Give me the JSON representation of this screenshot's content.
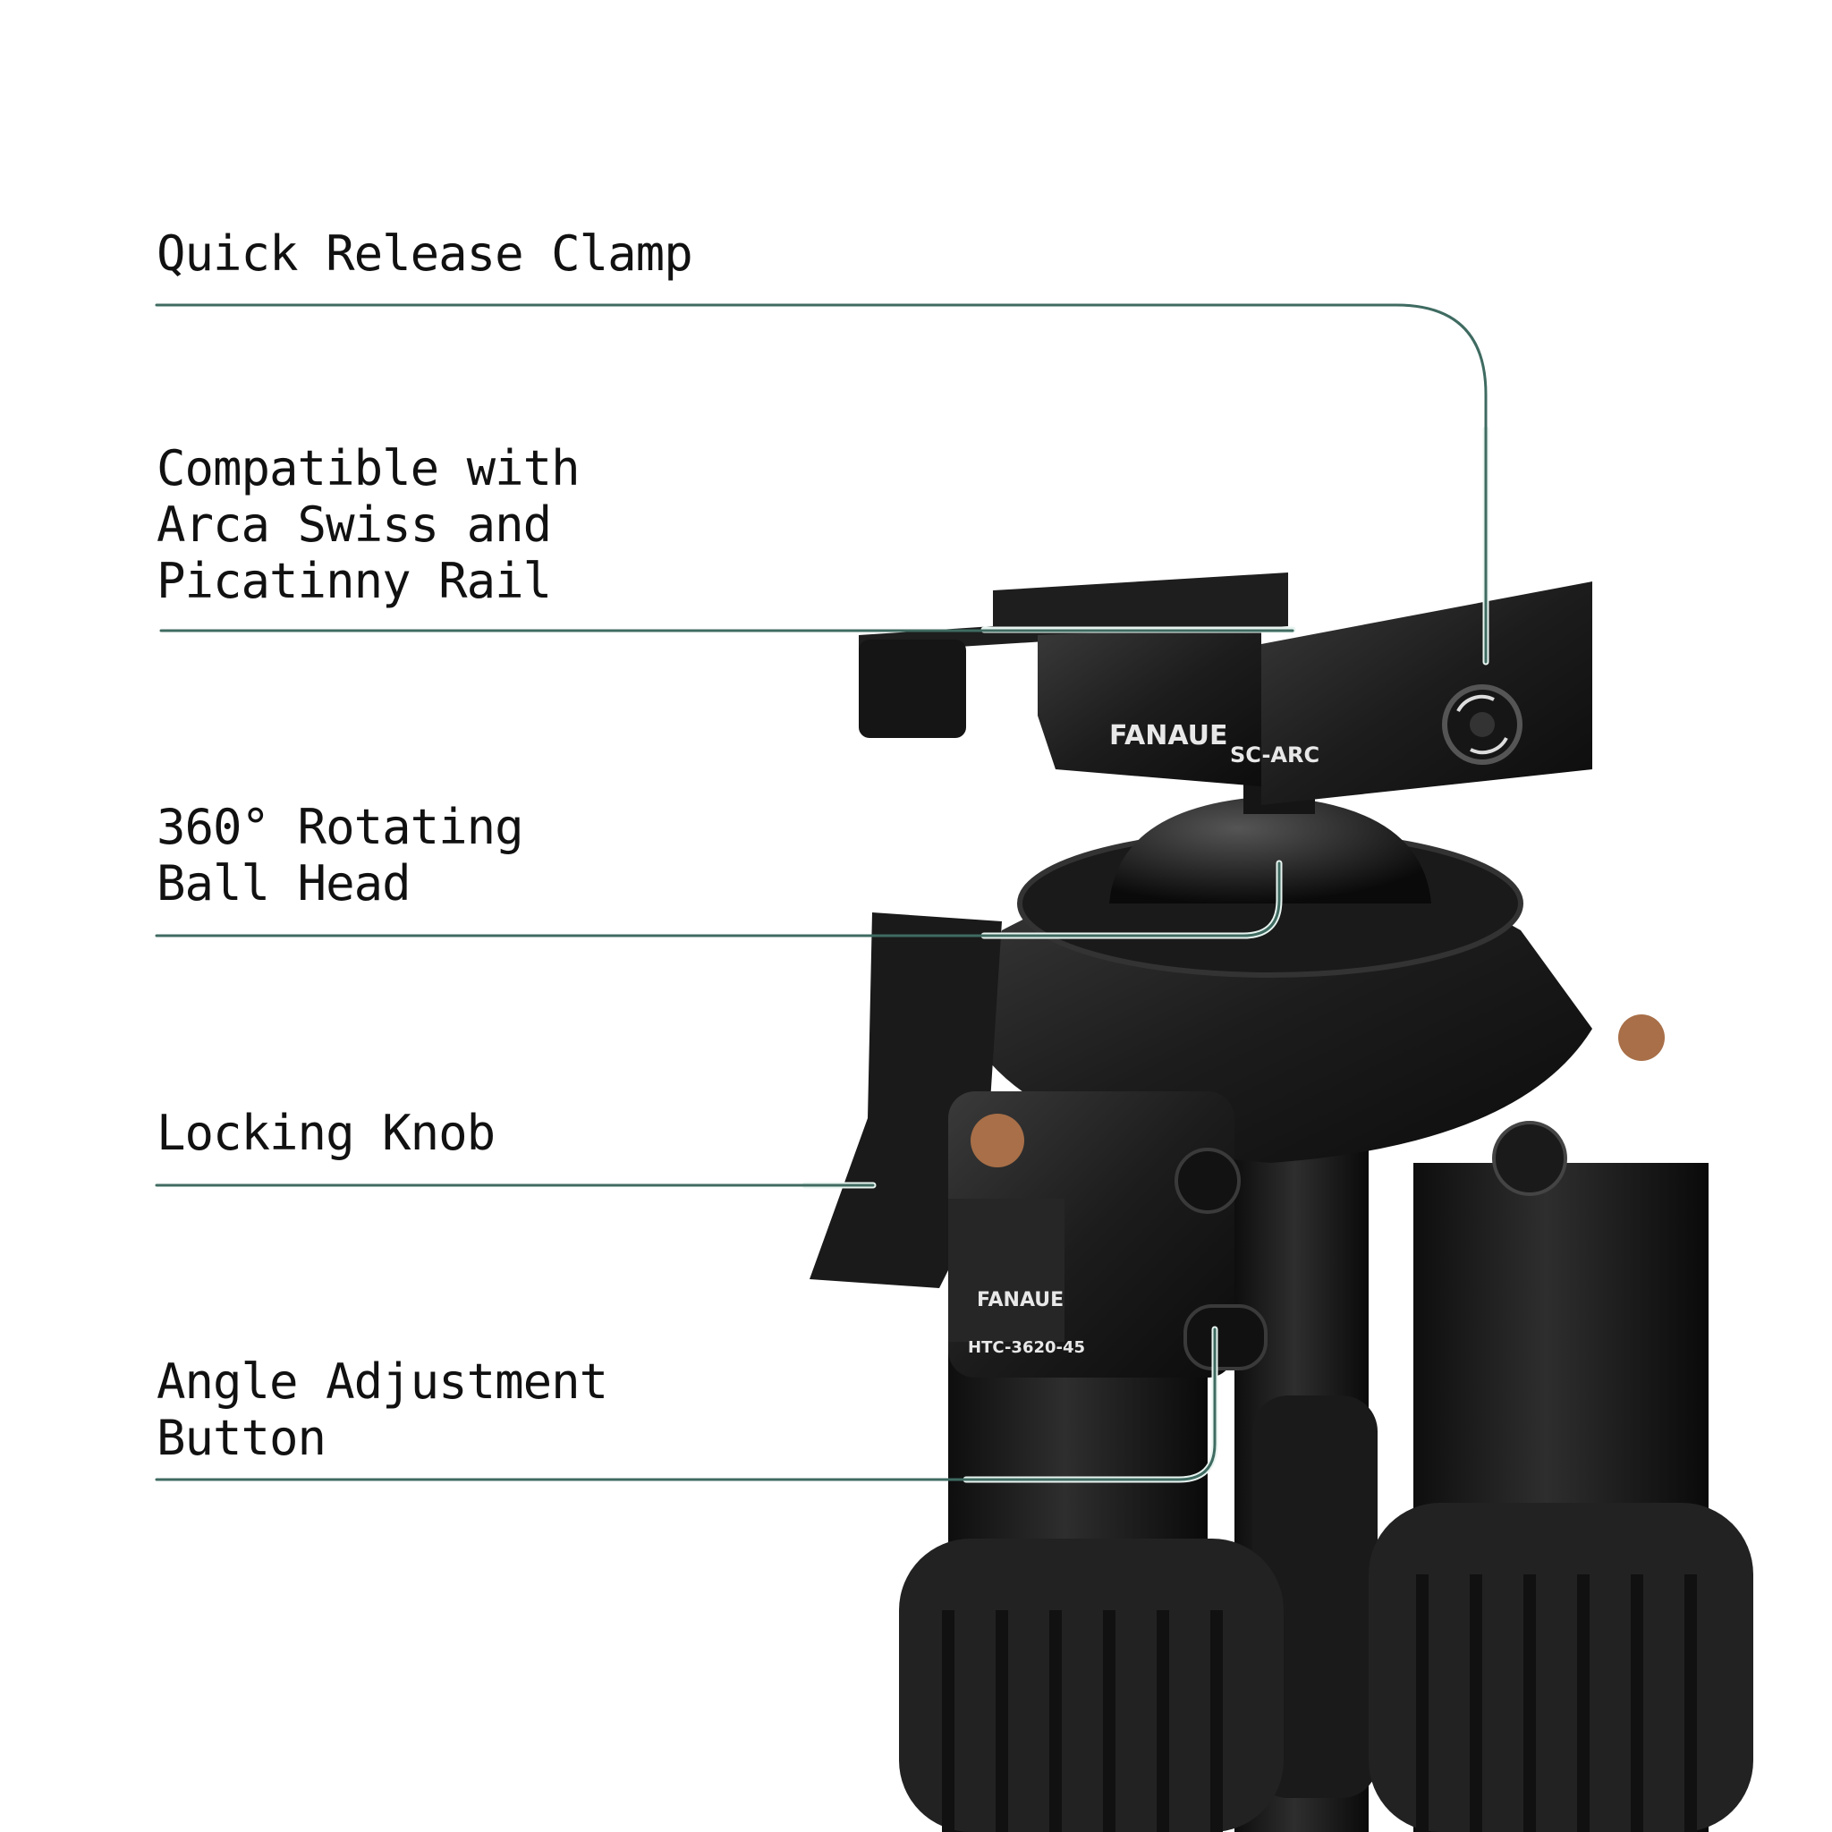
{
  "callouts": [
    {
      "id": "quick-release-clamp",
      "label": "Quick Release Clamp"
    },
    {
      "id": "compatibility",
      "label": "Compatible with\nArca Swiss and\nPicatinny Rail"
    },
    {
      "id": "ball-head",
      "label": "360° Rotating\nBall Head"
    },
    {
      "id": "locking-knob",
      "label": "Locking Knob"
    },
    {
      "id": "angle-button",
      "label": "Angle Adjustment\nButton"
    }
  ],
  "product": {
    "clamp_brand": "FANAUE",
    "clamp_model": "SC-ARC",
    "leg_brand": "FANAUE",
    "leg_model": "HTC-3620-45"
  },
  "colors": {
    "leader_line": "#3f6b61",
    "background": "#ffffff",
    "text": "#111111"
  }
}
